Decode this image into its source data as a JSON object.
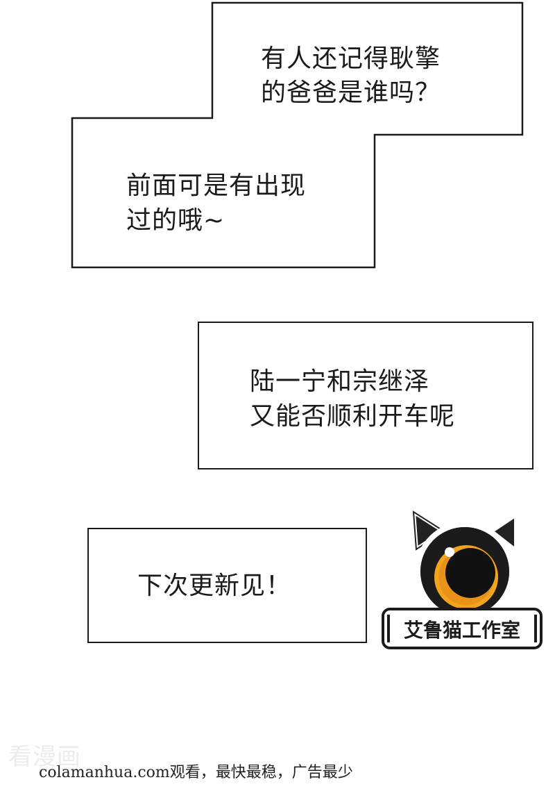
{
  "panel1": {
    "bubble_top_lines": [
      "有人还记得耿擎",
      "的爸爸是谁吗？"
    ],
    "bubble_bottom_lines": [
      "前面可是有出现",
      "过的哦~"
    ]
  },
  "panel2": {
    "lines": [
      "陆一宁和宗继泽",
      "又能否顺利开车呢"
    ]
  },
  "panel3": {
    "text": "下次更新见！"
  },
  "logo": {
    "name": "艾鲁猫工作室",
    "icon": "black-cat-icon"
  },
  "watermark": "看漫画",
  "footer": "colamanhua.com观看，最快最稳，广告最少"
}
